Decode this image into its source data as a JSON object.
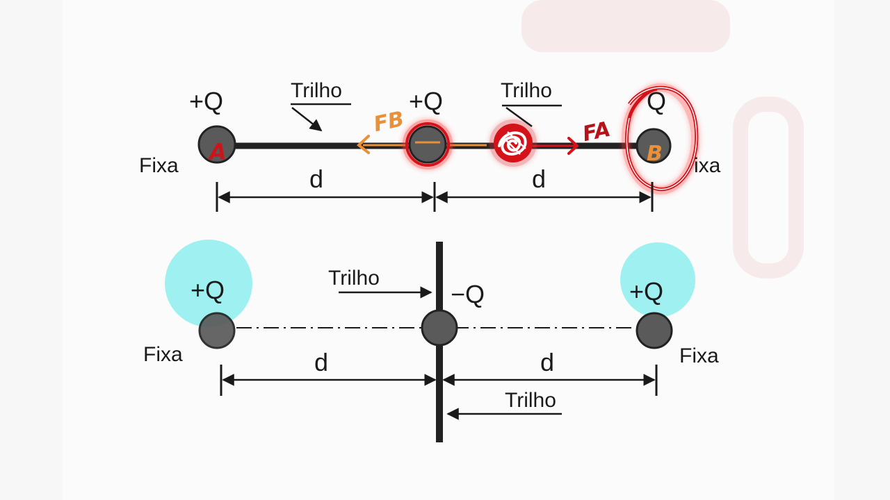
{
  "colors": {
    "background": "#f7f7f7",
    "panel": "#fbfbfb",
    "charge_fill": "#5a5a5a",
    "rail": "#222222",
    "highlight_red": "#d4121a",
    "highlight_orange": "#e8903a",
    "highlight_cyan": "#8eeeee"
  },
  "top": {
    "charge_a": {
      "label": "+Q",
      "tag": "A",
      "note": "Fixa"
    },
    "charge_mid": {
      "label": "+Q"
    },
    "charge_b": {
      "label": "Q",
      "tag": "B",
      "note": "Fixa",
      "note_visible": "ixa"
    },
    "rail_left": "Trilho",
    "rail_right": "Trilho",
    "force_b": "FB",
    "force_a": "FA",
    "dist_left": "d",
    "dist_right": "d"
  },
  "bottom": {
    "charge_left": {
      "label": "+Q",
      "note": "Fixa"
    },
    "charge_mid": {
      "label": "−Q"
    },
    "charge_right": {
      "label": "+Q",
      "note": "Fixa"
    },
    "rail_top": "Trilho",
    "rail_bottom": "Trilho",
    "dist_left": "d",
    "dist_right": "d"
  }
}
